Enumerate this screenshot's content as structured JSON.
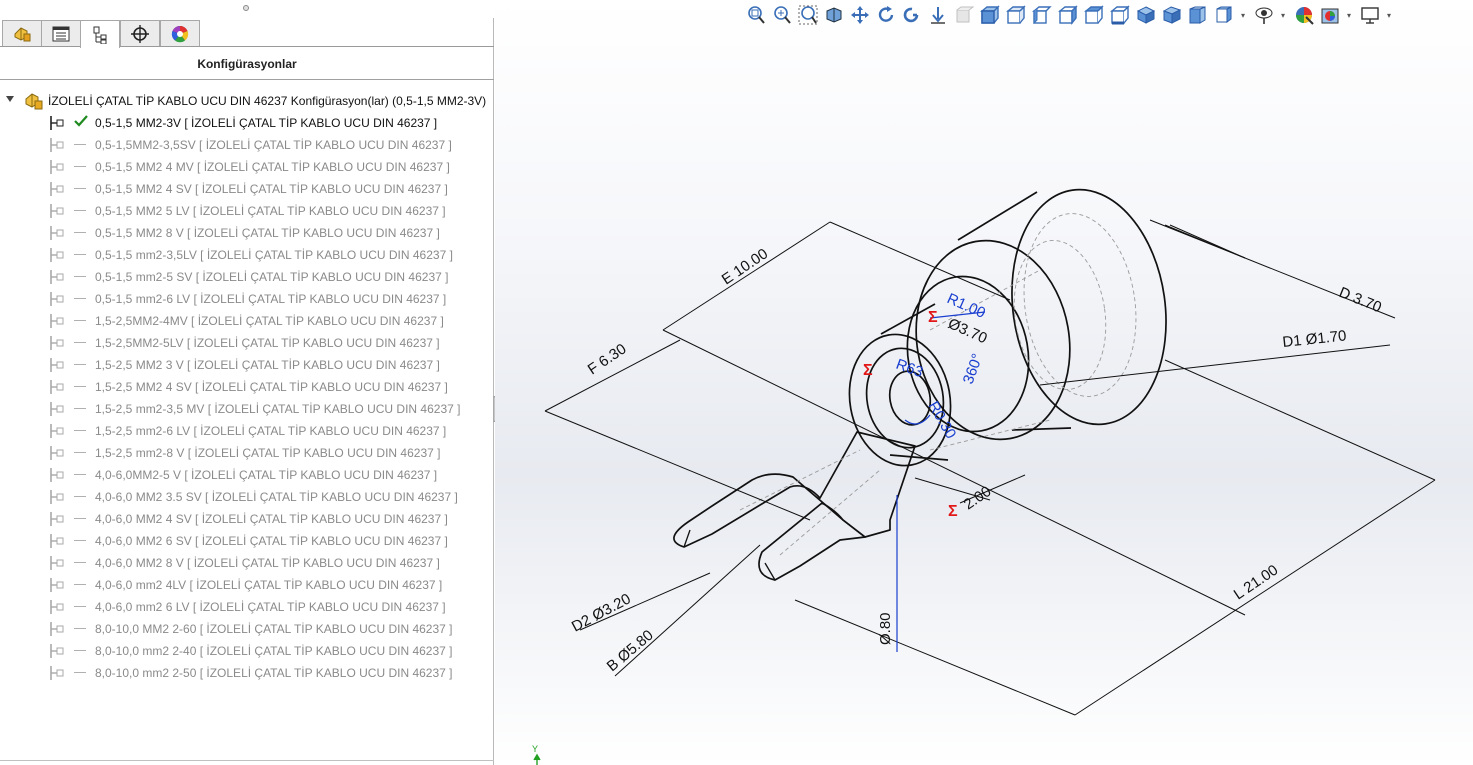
{
  "panel": {
    "heading": "Konfigürasyonlar",
    "tabs": [
      {
        "icon": "feature-manager-icon"
      },
      {
        "icon": "property-manager-icon"
      },
      {
        "icon": "configuration-manager-icon",
        "active": true
      },
      {
        "icon": "dimxpert-icon"
      },
      {
        "icon": "display-manager-icon"
      }
    ],
    "root": {
      "label": "İZOLELİ ÇATAL TİP KABLO UCU DIN 46237 Konfigürasyon(lar)  (0,5-1,5 MM2-3V)"
    },
    "configurations": [
      {
        "label": "0,5-1,5 MM2-3V [ İZOLELİ ÇATAL TİP KABLO UCU DIN 46237 ]",
        "active": true
      },
      {
        "label": "0,5-1,5MM2-3,5SV [ İZOLELİ ÇATAL TİP KABLO UCU DIN 46237 ]",
        "active": false
      },
      {
        "label": "0,5-1,5 MM2 4 MV [ İZOLELİ ÇATAL TİP KABLO UCU DIN 46237 ]",
        "active": false
      },
      {
        "label": "0,5-1,5 MM2 4 SV [ İZOLELİ ÇATAL TİP KABLO UCU DIN 46237 ]",
        "active": false
      },
      {
        "label": "0,5-1,5 MM2 5 LV [ İZOLELİ ÇATAL TİP KABLO UCU DIN 46237 ]",
        "active": false
      },
      {
        "label": "0,5-1,5 MM2 8 V [ İZOLELİ ÇATAL TİP KABLO UCU DIN 46237 ]",
        "active": false
      },
      {
        "label": "0,5-1,5 mm2-3,5LV [ İZOLELİ ÇATAL TİP KABLO UCU DIN 46237 ]",
        "active": false
      },
      {
        "label": "0,5-1,5 mm2-5 SV [ İZOLELİ ÇATAL TİP KABLO UCU DIN 46237 ]",
        "active": false
      },
      {
        "label": "0,5-1,5 mm2-6 LV [ İZOLELİ ÇATAL TİP KABLO UCU DIN 46237 ]",
        "active": false
      },
      {
        "label": "1,5-2,5MM2-4MV [ İZOLELİ ÇATAL TİP KABLO UCU DIN 46237 ]",
        "active": false
      },
      {
        "label": "1,5-2,5MM2-5LV [ İZOLELİ ÇATAL TİP KABLO UCU DIN 46237 ]",
        "active": false
      },
      {
        "label": "1,5-2,5 MM2 3 V [ İZOLELİ ÇATAL TİP KABLO UCU DIN 46237 ]",
        "active": false
      },
      {
        "label": "1,5-2,5 MM2 4 SV [ İZOLELİ ÇATAL TİP KABLO UCU DIN 46237 ]",
        "active": false
      },
      {
        "label": "1,5-2,5 mm2-3,5 MV [ İZOLELİ ÇATAL TİP KABLO UCU DIN 46237 ]",
        "active": false
      },
      {
        "label": "1,5-2,5 mm2-6 LV [ İZOLELİ ÇATAL TİP KABLO UCU DIN 46237 ]",
        "active": false
      },
      {
        "label": "1,5-2,5 mm2-8 V [ İZOLELİ ÇATAL TİP KABLO UCU DIN 46237 ]",
        "active": false
      },
      {
        "label": "4,0-6,0MM2-5 V [ İZOLELİ ÇATAL TİP KABLO UCU DIN 46237 ]",
        "active": false
      },
      {
        "label": "4,0-6,0 MM2 3.5 SV [ İZOLELİ ÇATAL TİP KABLO UCU DIN 46237 ]",
        "active": false
      },
      {
        "label": "4,0-6,0 MM2 4 SV [ İZOLELİ ÇATAL TİP KABLO UCU DIN 46237 ]",
        "active": false
      },
      {
        "label": "4,0-6,0 MM2 6 SV [ İZOLELİ ÇATAL TİP KABLO UCU DIN 46237 ]",
        "active": false
      },
      {
        "label": "4,0-6,0 MM2 8 V [ İZOLELİ ÇATAL TİP KABLO UCU DIN 46237 ]",
        "active": false
      },
      {
        "label": "4,0-6,0 mm2 4LV [ İZOLELİ ÇATAL TİP KABLO UCU DIN 46237 ]",
        "active": false
      },
      {
        "label": "4,0-6,0 mm2 6 LV [ İZOLELİ ÇATAL TİP KABLO UCU DIN 46237 ]",
        "active": false
      },
      {
        "label": "8,0-10,0 MM2 2-60 [ İZOLELİ ÇATAL TİP KABLO UCU DIN 46237 ]",
        "active": false
      },
      {
        "label": "8,0-10,0 mm2 2-40 [ İZOLELİ ÇATAL TİP KABLO UCU DIN 46237 ]",
        "active": false
      },
      {
        "label": "8,0-10,0 mm2 2-50 [ İZOLELİ ÇATAL TİP KABLO UCU DIN 46237 ]",
        "active": false
      }
    ]
  },
  "heads_up_toolbar": [
    {
      "icon": "zoom-to-fit-icon"
    },
    {
      "icon": "zoom-to-area-icon"
    },
    {
      "icon": "zoom-in-out-icon"
    },
    {
      "icon": "section-view-icon"
    },
    {
      "icon": "pan-icon"
    },
    {
      "icon": "rotate-icon"
    },
    {
      "icon": "roll-view-icon"
    },
    {
      "icon": "previous-view-icon"
    },
    {
      "icon": "view-orientation-disabled-icon"
    },
    {
      "icon": "front-view-icon"
    },
    {
      "icon": "back-view-icon"
    },
    {
      "icon": "left-view-icon"
    },
    {
      "icon": "right-view-icon"
    },
    {
      "icon": "top-view-icon"
    },
    {
      "icon": "bottom-view-icon"
    },
    {
      "icon": "isometric-view-icon"
    },
    {
      "icon": "trimetric-view-icon"
    },
    {
      "icon": "dimetric-view-icon"
    },
    {
      "icon": "view-orientation-icon",
      "caret": true
    },
    {
      "icon": "hide-show-items-icon",
      "caret": true
    },
    {
      "icon": "edit-appearance-icon"
    },
    {
      "icon": "apply-scene-icon",
      "caret": true
    },
    {
      "icon": "view-settings-icon",
      "caret": true
    }
  ],
  "dimensions": {
    "E": "E 10.00",
    "F": "F 6.30",
    "D": "D 3.70",
    "D1": "D1 Ø1.70",
    "D2": "D2 Ø3.20",
    "B": "B Ø5.80",
    "L": "L 21.00",
    "t": "Ø.80",
    "c200": "2.00",
    "r100": "R1.00",
    "d370": "Ø3.70",
    "a360": "360°",
    "r030": "R0.30",
    "r063": "R63"
  },
  "triad_label": "Y",
  "colors": {
    "accent": "#1a3fd0",
    "warning_symbol": "#e21818",
    "check": "#1f8a1f"
  }
}
